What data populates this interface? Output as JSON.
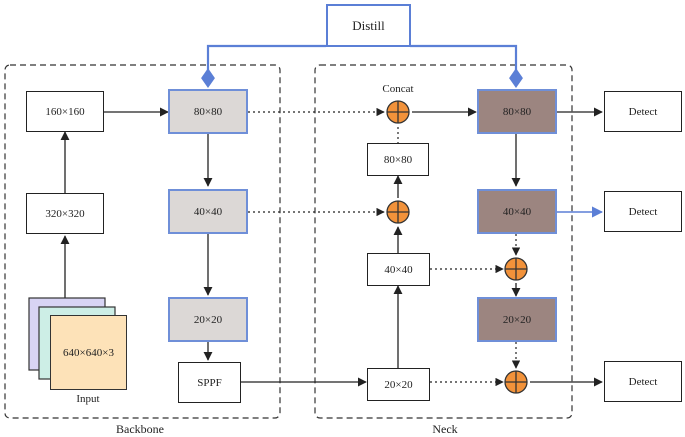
{
  "distill": "Distill",
  "backbone": {
    "label": "Backbone",
    "b160": "160×160",
    "b320": "320×320",
    "b80": "80×80",
    "b40": "40×40",
    "b20": "20×20",
    "sppf": "SPPF",
    "input_size": "640×640×3",
    "input_label": "Input"
  },
  "neck": {
    "label": "Neck",
    "concat": "Concat",
    "n80": "80×80",
    "n40": "40×40",
    "n20": "20×20",
    "h80": "80×80",
    "h40": "40×40",
    "h20": "20×20"
  },
  "detect": [
    "Detect",
    "Detect",
    "Detect"
  ],
  "colors": {
    "blue": "#5b7fd6",
    "gray_fill": "#dcd8d6",
    "brown_fill": "#9c8580",
    "orange": "#f2923a",
    "input_front": "#fde2b8",
    "input_mid": "#cdeee6",
    "input_back": "#d8d4f4"
  }
}
